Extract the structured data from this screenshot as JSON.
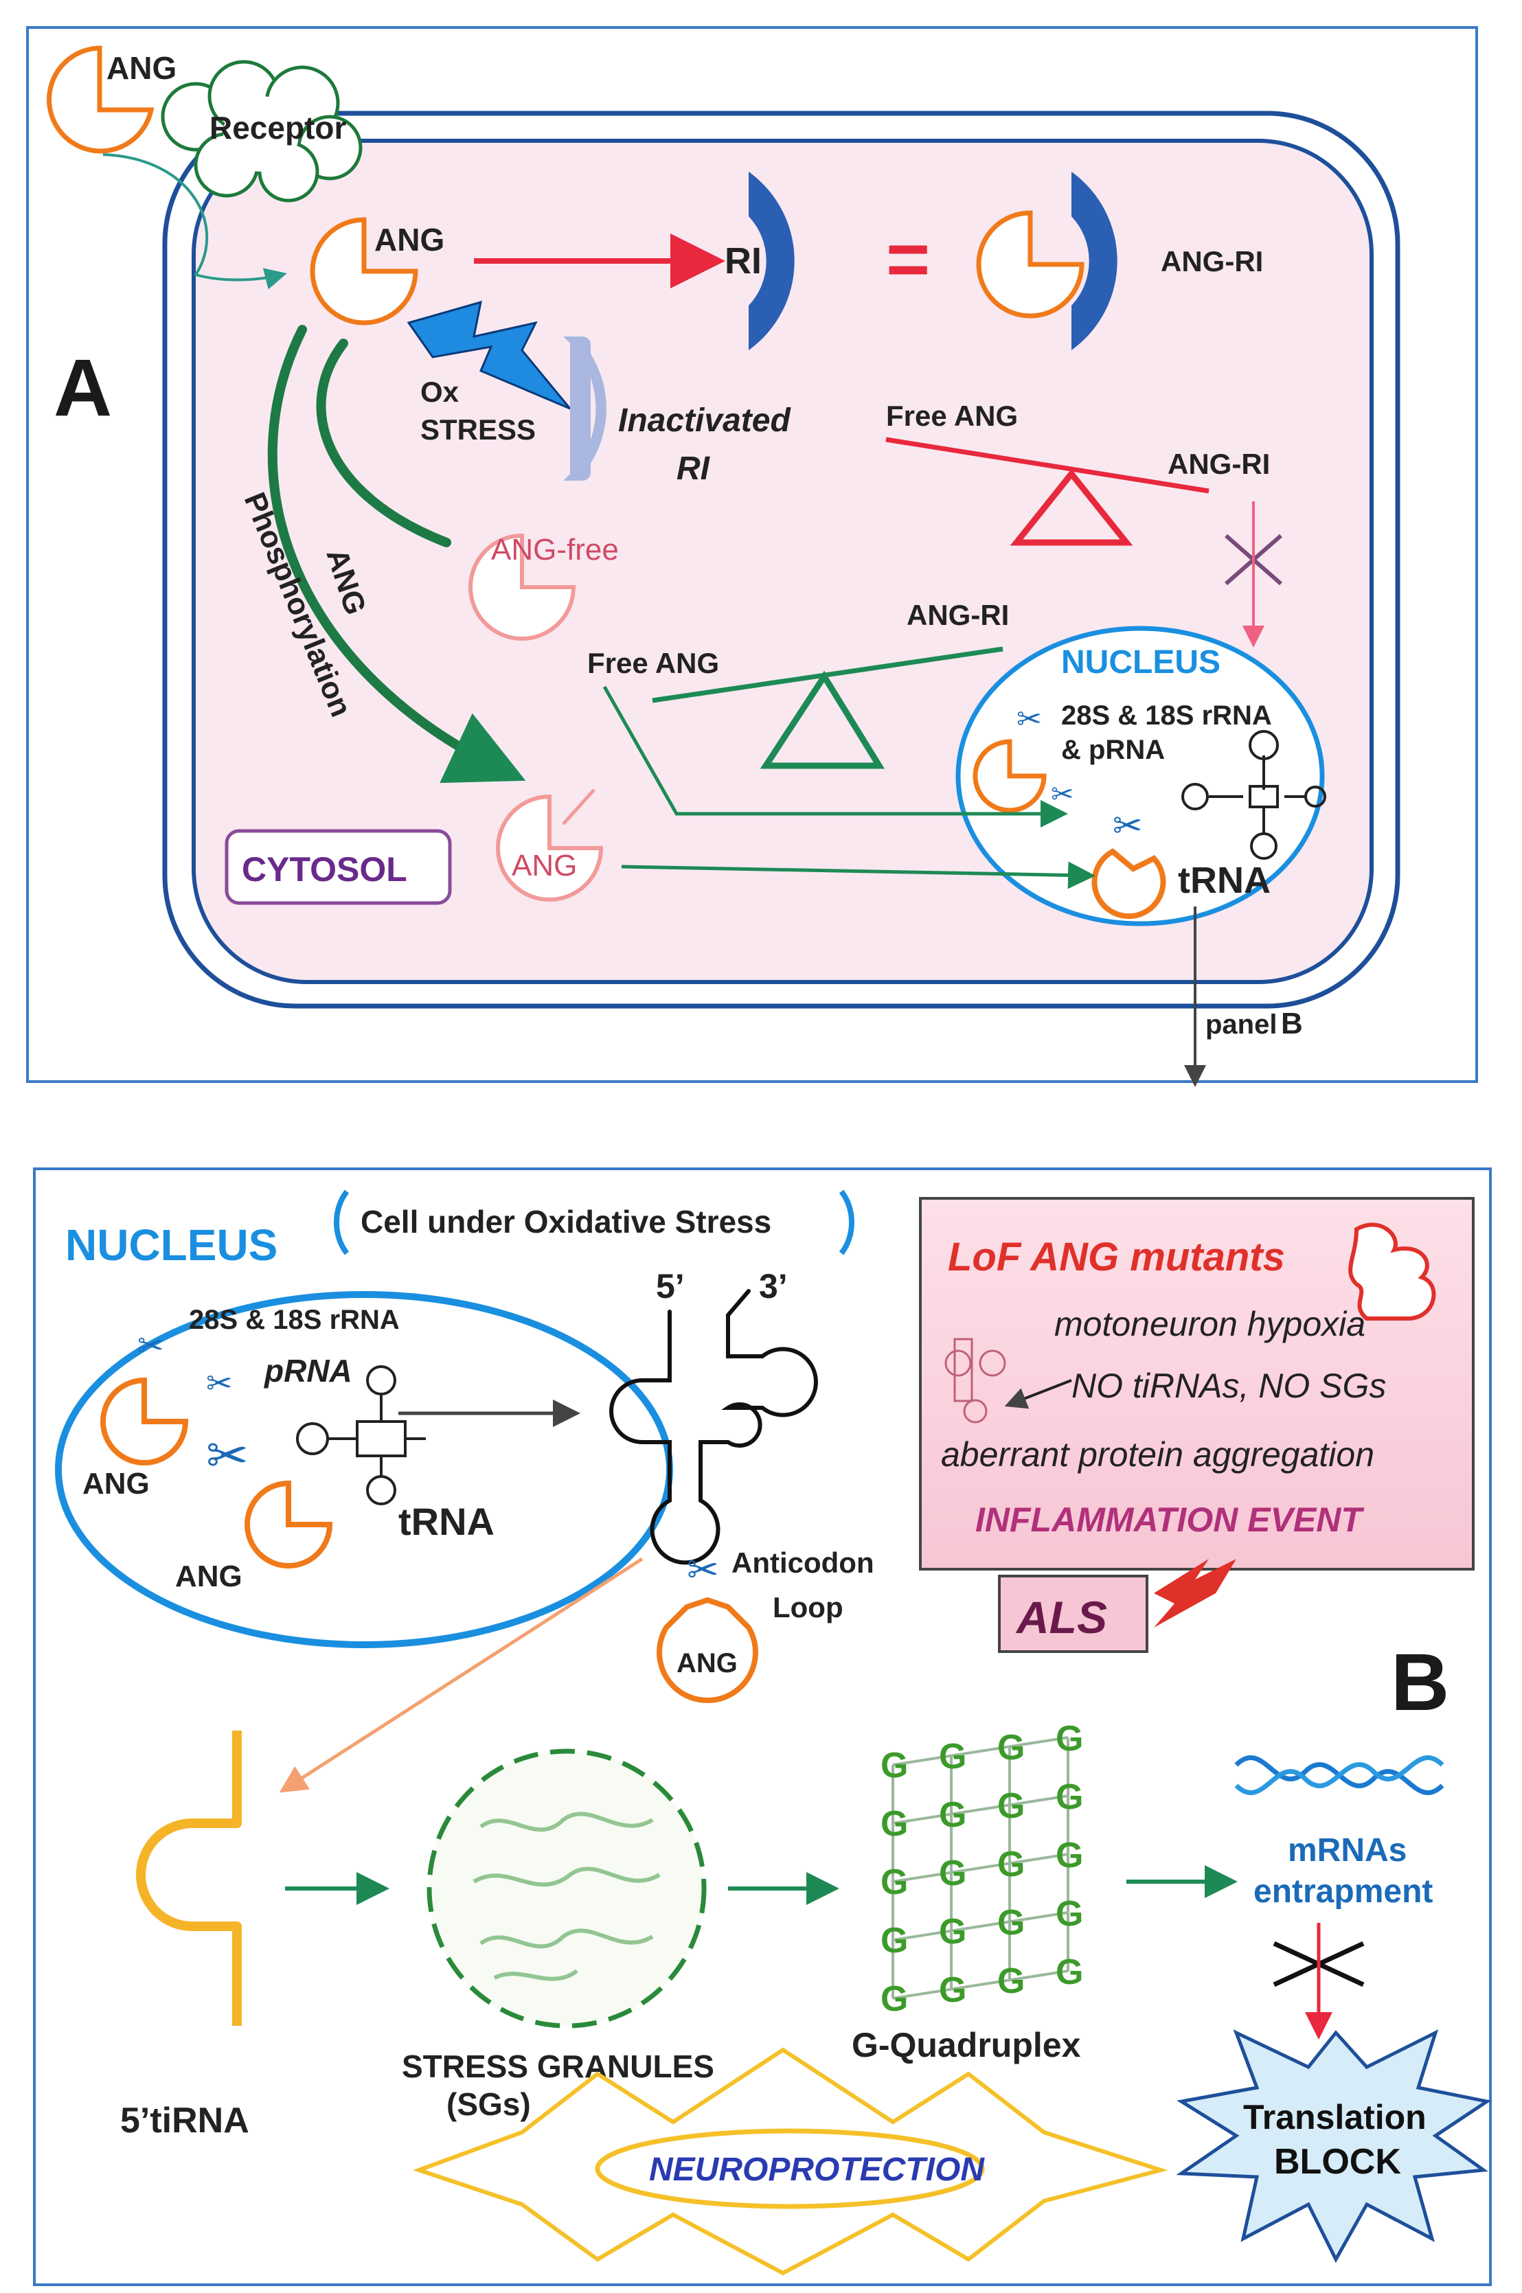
{
  "panel_a": {
    "letter": "A",
    "ang_top": "ANG",
    "receptor": "Receptor",
    "ang_main": "ANG",
    "ri": "RI",
    "equals": "=",
    "ang_ri": "ANG-RI",
    "ox_line1": "Ox",
    "ox_line2": "STRESS",
    "inactivated_line1": "Inactivated",
    "inactivated_line2": "RI",
    "free_ang_upper": "Free ANG",
    "ang_ri_upper": "ANG-RI",
    "ang_free": "ANG-free",
    "phos_line1": "ANG",
    "phos_line2": "Phosphorylation",
    "free_ang_lower": "Free ANG",
    "ang_ri_lower": "ANG-RI",
    "nucleus": "NUCLEUS",
    "rrna_line1": "28S & 18S rRNA",
    "rrna_line2": "& pRNA",
    "trna": "tRNA",
    "cytosol": "CYTOSOL",
    "ang_phos": "ANG",
    "panel_b_prefix": "panel",
    "panel_b_letter": "B",
    "colors": {
      "nucleus_blue": "#1a8fe0",
      "ri_blue": "#2a5fb4",
      "ang_orange": "#f07a1a",
      "red_arrow": "#e8283c",
      "green_arrow": "#1d8a55",
      "membrane": "#1e4f9a",
      "cytoplasm": "#f9e8f0"
    }
  },
  "panel_b": {
    "letter": "B",
    "nucleus": "NUCLEUS",
    "cell_stress": "Cell under Oxidative Stress",
    "rrna": "28S & 18S rRNA",
    "prna": "pRNA",
    "ang1": "ANG",
    "ang2": "ANG",
    "trna": "tRNA",
    "five_prime": "5’",
    "three_prime": "3’",
    "anticodon_line1": "Anticodon",
    "anticodon_line2": "Loop",
    "ang_scissor": "ANG",
    "lof_title": "LoF ANG mutants",
    "lof_line1": "motoneuron hypoxia",
    "lof_line2": "NO tiRNAs, NO SGs",
    "lof_line3": "aberrant protein aggregation",
    "lof_line4": "INFLAMMATION EVENT",
    "als": "ALS",
    "tirna": "5’tiRNA",
    "sg_line1": "STRESS GRANULES",
    "sg_line2": "(SGs)",
    "gquad": "G-Quadruplex",
    "g_letter": "G",
    "mrna_line1": "mRNAs",
    "mrna_line2": "entrapment",
    "block_line1": "Translation",
    "block_line2": "BLOCK",
    "neuroprotection": "NEUROPROTECTION",
    "colors": {
      "lof_red": "#e0302a",
      "inflammation_purple": "#b0307a",
      "tirna_yellow": "#f5b428",
      "g_green": "#3c9a2a",
      "sg_green": "#4a9a4a",
      "block_fill": "#d6ecf8"
    }
  }
}
